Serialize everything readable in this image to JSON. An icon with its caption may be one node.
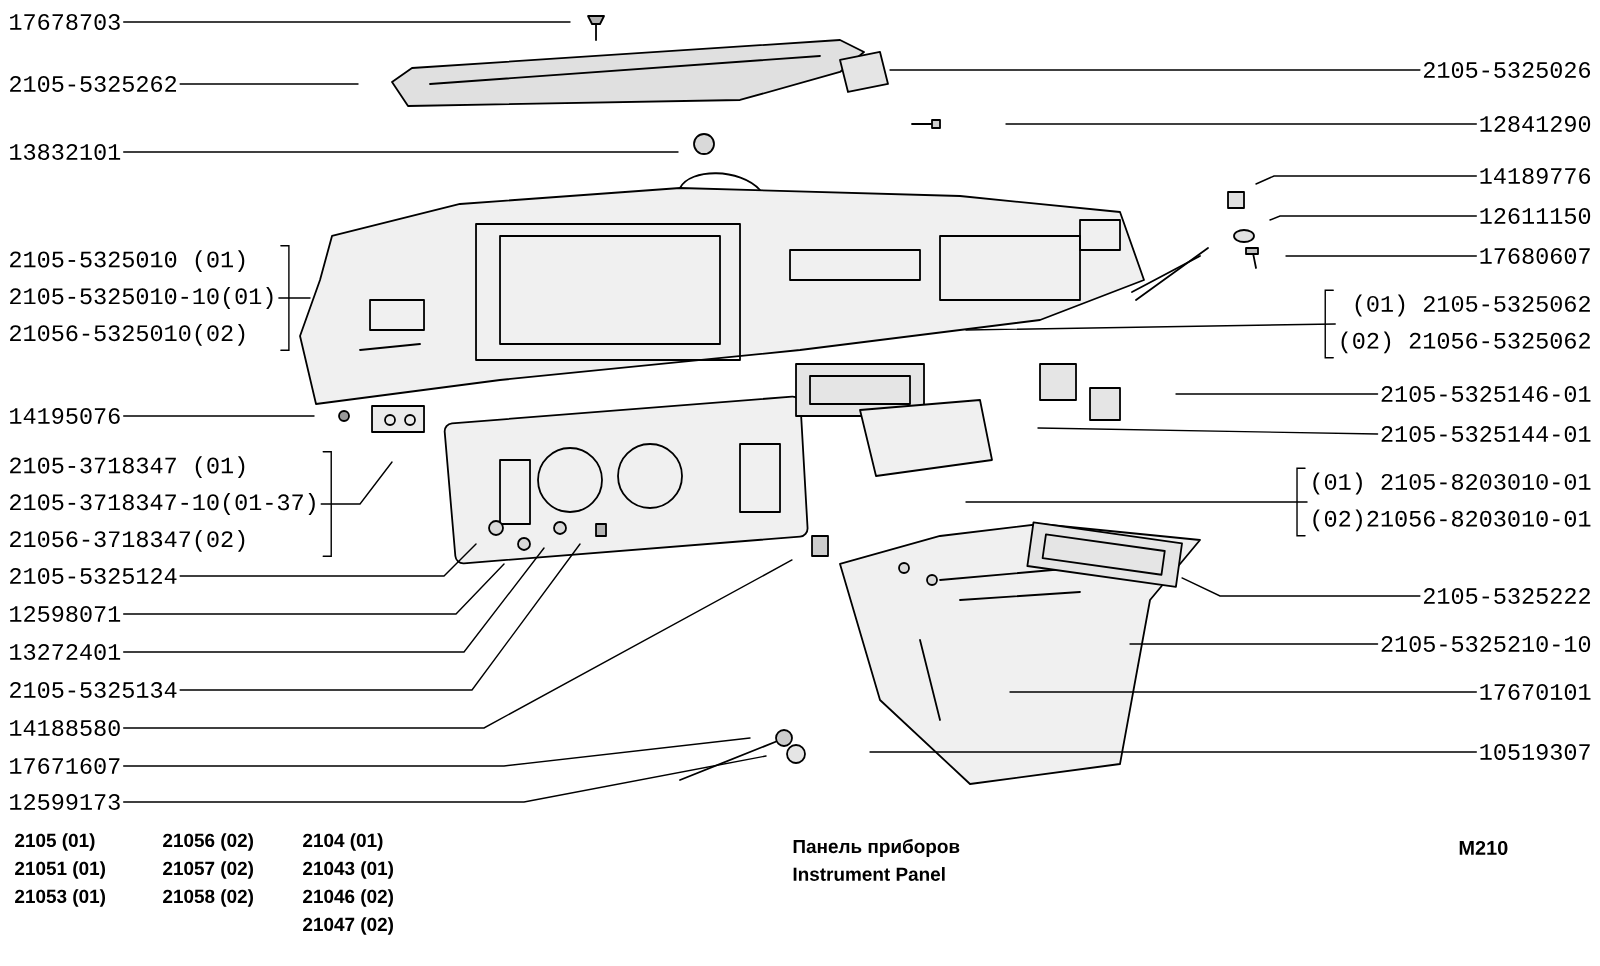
{
  "diagram": {
    "nodes": [
      {
        "text": [
          "17678703"
        ]
      },
      {
        "text": [
          "2105-5325262"
        ]
      },
      {
        "text": [
          "13832101"
        ]
      },
      {
        "text": [
          "2105-5325010 (01)",
          "2105-5325010-10(01)",
          "21056-5325010(02)"
        ]
      },
      {
        "text": [
          "14195076"
        ]
      },
      {
        "text": [
          "2105-3718347 (01)",
          "2105-3718347-10(01-37)",
          "21056-3718347(02)"
        ]
      },
      {
        "text": [
          "2105-5325124"
        ]
      },
      {
        "text": [
          "12598071"
        ]
      },
      {
        "text": [
          "13272401"
        ]
      },
      {
        "text": [
          "2105-5325134"
        ]
      },
      {
        "text": [
          "14188580"
        ]
      },
      {
        "text": [
          "17671607"
        ]
      },
      {
        "text": [
          "12599173"
        ]
      },
      {
        "text": [
          "2105-5325026"
        ]
      },
      {
        "text": [
          "12841290"
        ]
      },
      {
        "text": [
          "14189776"
        ]
      },
      {
        "text": [
          "12611150"
        ]
      },
      {
        "text": [
          "17680607"
        ]
      },
      {
        "text": [
          "(01) 2105-5325062",
          "(02) 21056-5325062"
        ]
      },
      {
        "text": [
          "2105-5325146-01"
        ]
      },
      {
        "text": [
          "2105-5325144-01"
        ]
      },
      {
        "text": [
          "(01) 2105-8203010-01",
          "(02)21056-8203010-01"
        ]
      },
      {
        "text": [
          "2105-5325222"
        ]
      },
      {
        "text": [
          "2105-5325210-10"
        ]
      },
      {
        "text": [
          "17670101"
        ]
      },
      {
        "text": [
          "10519307"
        ]
      }
    ],
    "edges": [
      {
        "from": 0,
        "to": null,
        "arrow": "none"
      },
      {
        "from": 1,
        "to": null,
        "arrow": "none"
      },
      {
        "from": 2,
        "to": null,
        "arrow": "none"
      },
      {
        "from": 3,
        "to": null,
        "arrow": "none"
      },
      {
        "from": 4,
        "to": null,
        "arrow": "none"
      },
      {
        "from": 5,
        "to": null,
        "arrow": "none"
      },
      {
        "from": 6,
        "to": null,
        "arrow": "none"
      },
      {
        "from": 7,
        "to": null,
        "arrow": "none"
      },
      {
        "from": 8,
        "to": null,
        "arrow": "none"
      },
      {
        "from": 9,
        "to": null,
        "arrow": "none"
      },
      {
        "from": 10,
        "to": null,
        "arrow": "none"
      },
      {
        "from": 11,
        "to": null,
        "arrow": "none"
      },
      {
        "from": 12,
        "to": null,
        "arrow": "none"
      },
      {
        "from": 13,
        "to": null,
        "arrow": "none"
      },
      {
        "from": 14,
        "to": null,
        "arrow": "none"
      },
      {
        "from": 15,
        "to": null,
        "arrow": "none"
      },
      {
        "from": 16,
        "to": null,
        "arrow": "none"
      },
      {
        "from": 17,
        "to": null,
        "arrow": "none"
      },
      {
        "from": 18,
        "to": null,
        "arrow": "none"
      },
      {
        "from": 19,
        "to": null,
        "arrow": "none"
      },
      {
        "from": 20,
        "to": null,
        "arrow": "none"
      },
      {
        "from": 21,
        "to": null,
        "arrow": "none"
      },
      {
        "from": 22,
        "to": null,
        "arrow": "none"
      },
      {
        "from": 23,
        "to": null,
        "arrow": "none"
      },
      {
        "from": 24,
        "to": null,
        "arrow": "none"
      },
      {
        "from": 25,
        "to": null,
        "arrow": "none"
      }
    ],
    "labels": [
      "2105 (01)",
      "21056 (02)",
      "2104 (01)",
      "21051 (01)",
      "21057 (02)",
      "21043 (01)",
      "21053 (01)",
      "21058 (02)",
      "21046 (02)",
      "21047 (02)",
      "Панель приборов",
      "Instrument Panel",
      "M210"
    ]
  }
}
